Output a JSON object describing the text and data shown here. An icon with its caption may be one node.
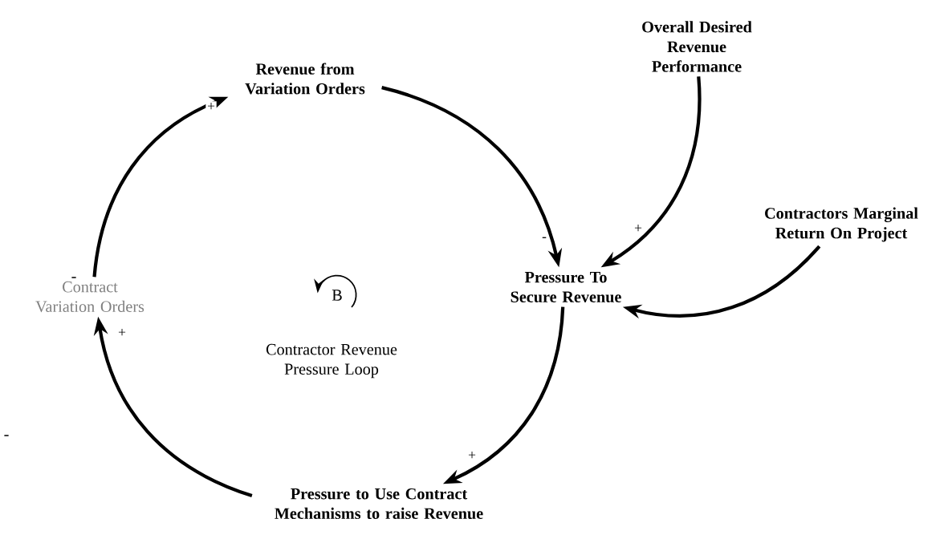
{
  "diagram": {
    "nodes": [
      {
        "text": [
          "Revenue from Variation Orders"
        ]
      },
      {
        "text": [
          "Overall Desired Revenue Performance"
        ]
      },
      {
        "text": [
          "Contractors Marginal Return On Project"
        ]
      },
      {
        "text": [
          "Pressure To Secure Revenue"
        ]
      },
      {
        "text": [
          "Pressure to Use Contract Mechanisms to raise Revenue"
        ]
      },
      {
        "text": [
          "Contract Variation Orders"
        ]
      }
    ],
    "edges": [
      {
        "from": 0,
        "to": 3,
        "arrow": "to",
        "label": "-"
      },
      {
        "from": 1,
        "to": 3,
        "arrow": "to",
        "label": "+"
      },
      {
        "from": 2,
        "to": 3,
        "arrow": "to"
      },
      {
        "from": 3,
        "to": 4,
        "arrow": "to",
        "label": "+"
      },
      {
        "from": 4,
        "to": 5,
        "arrow": "to",
        "label": "+"
      },
      {
        "from": 5,
        "to": 0,
        "arrow": "to",
        "label": "+"
      }
    ],
    "labels": [
      "-",
      "B",
      "Contractor Revenue Pressure Loop",
      "-"
    ]
  }
}
